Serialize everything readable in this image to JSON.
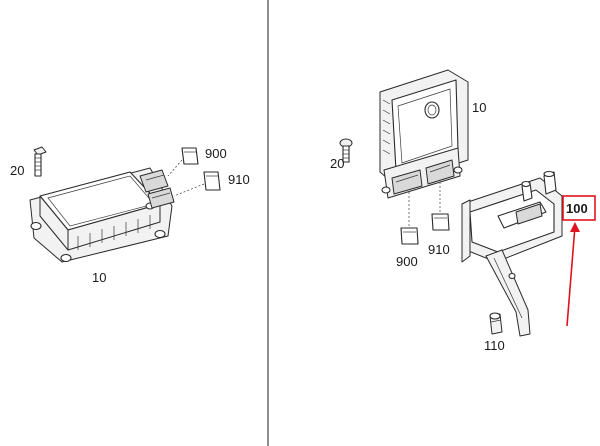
{
  "labels": {
    "left_ecu": "10",
    "left_bolt": "20",
    "left_connector_a": "900",
    "left_connector_b": "910",
    "right_ecu": "10",
    "right_bolt": "20",
    "right_connector_a": "900",
    "right_connector_b": "910",
    "bracket": "100",
    "nut": "110"
  },
  "colors": {
    "line": "#2b2b2b",
    "highlight": "#e0141e",
    "background": "#ffffff"
  }
}
